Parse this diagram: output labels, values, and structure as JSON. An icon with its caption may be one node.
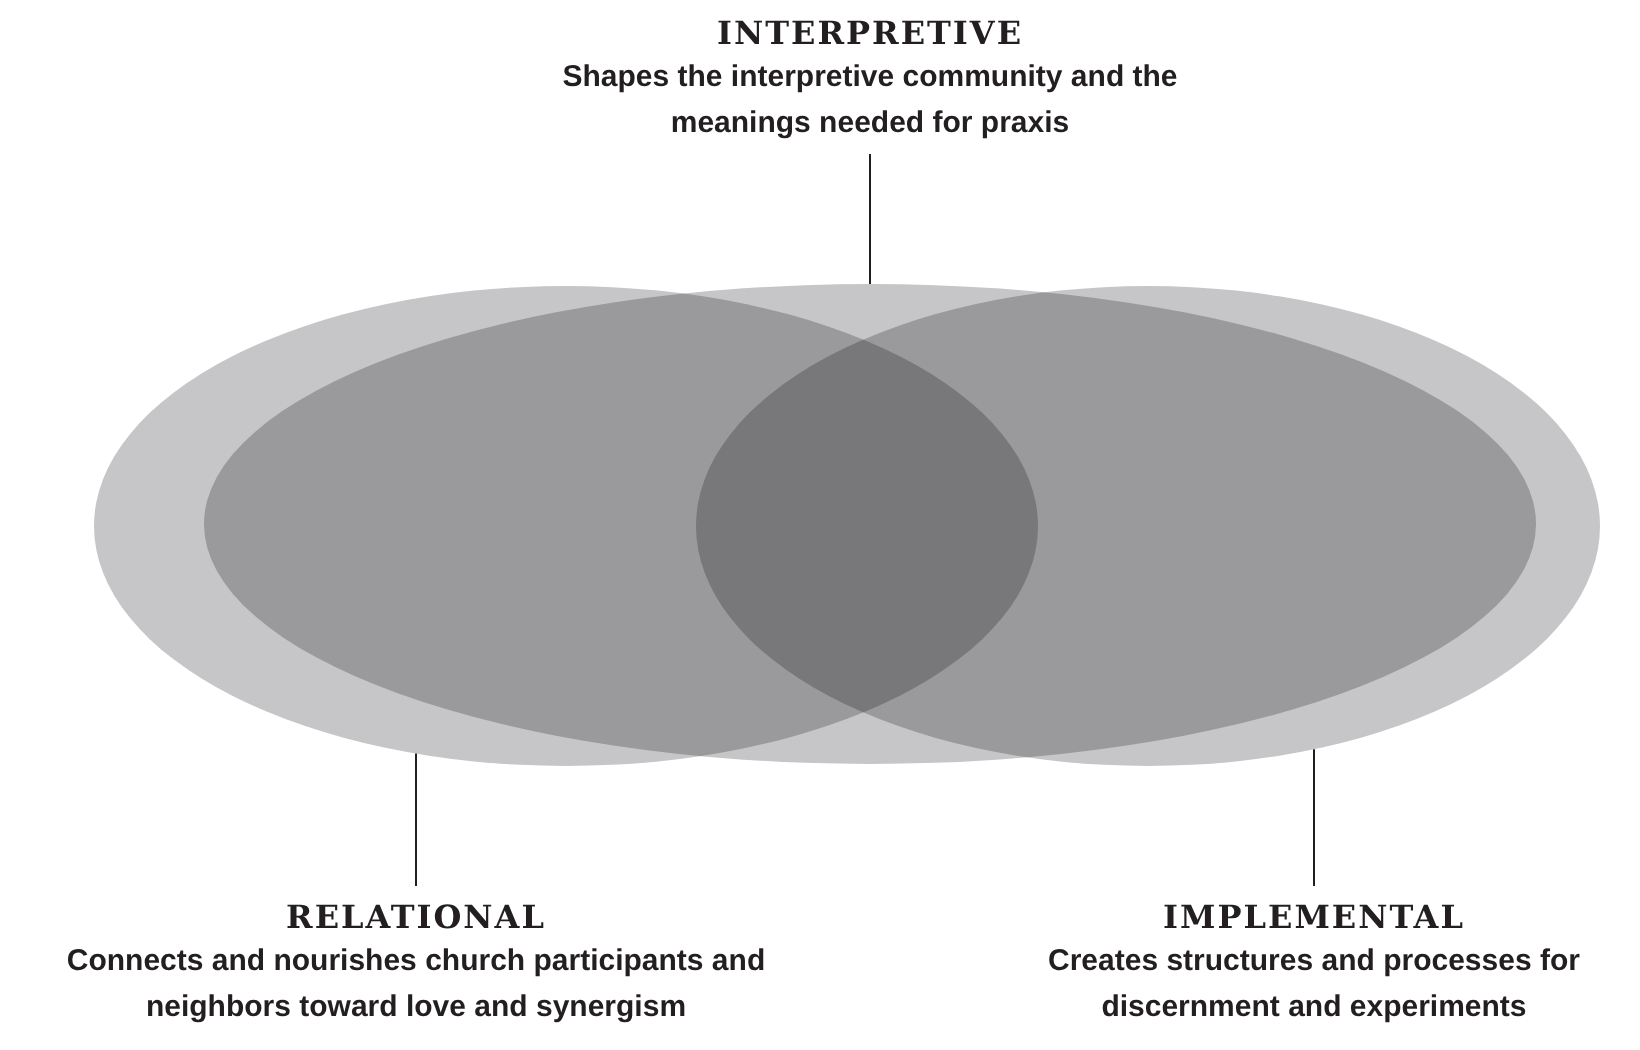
{
  "diagram": {
    "nodes": [
      {
        "text": [
          "INTERPRETIVE",
          "Shapes the interpretive community and the meanings needed for praxis"
        ]
      },
      {
        "text": [],
        "shape": "ellipse"
      },
      {
        "text": [],
        "shape": "ellipse"
      },
      {
        "text": [],
        "shape": "ellipse"
      },
      {
        "text": [
          "RELATIONAL",
          "Connects and nourishes church participants and neighbors toward love and synergism"
        ]
      },
      {
        "text": [
          "IMPLEMENTAL",
          "Creates structures and processes for discernment and experiments"
        ]
      }
    ],
    "edges": [
      {
        "from": 0,
        "to": 2,
        "arrow": "none"
      },
      {
        "from": 4,
        "to": 1,
        "arrow": "none"
      },
      {
        "from": 5,
        "to": 3,
        "arrow": "none"
      }
    ]
  }
}
